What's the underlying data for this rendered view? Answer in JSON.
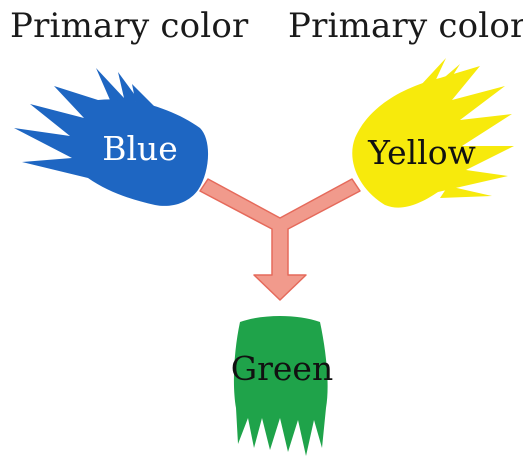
{
  "headings": {
    "left": "Primary color",
    "right": "Primary color"
  },
  "brushes": {
    "blue": {
      "label": "Blue",
      "color": "#1e66c2",
      "text_color": "#ffffff"
    },
    "yellow": {
      "label": "Yellow",
      "color": "#f7ea0c",
      "text_color": "#111111"
    },
    "green": {
      "label": "Green",
      "color": "#1fa34a",
      "text_color": "#111111"
    }
  },
  "arrow": {
    "color": "#f19a8c",
    "outline": "#e56a5b"
  }
}
